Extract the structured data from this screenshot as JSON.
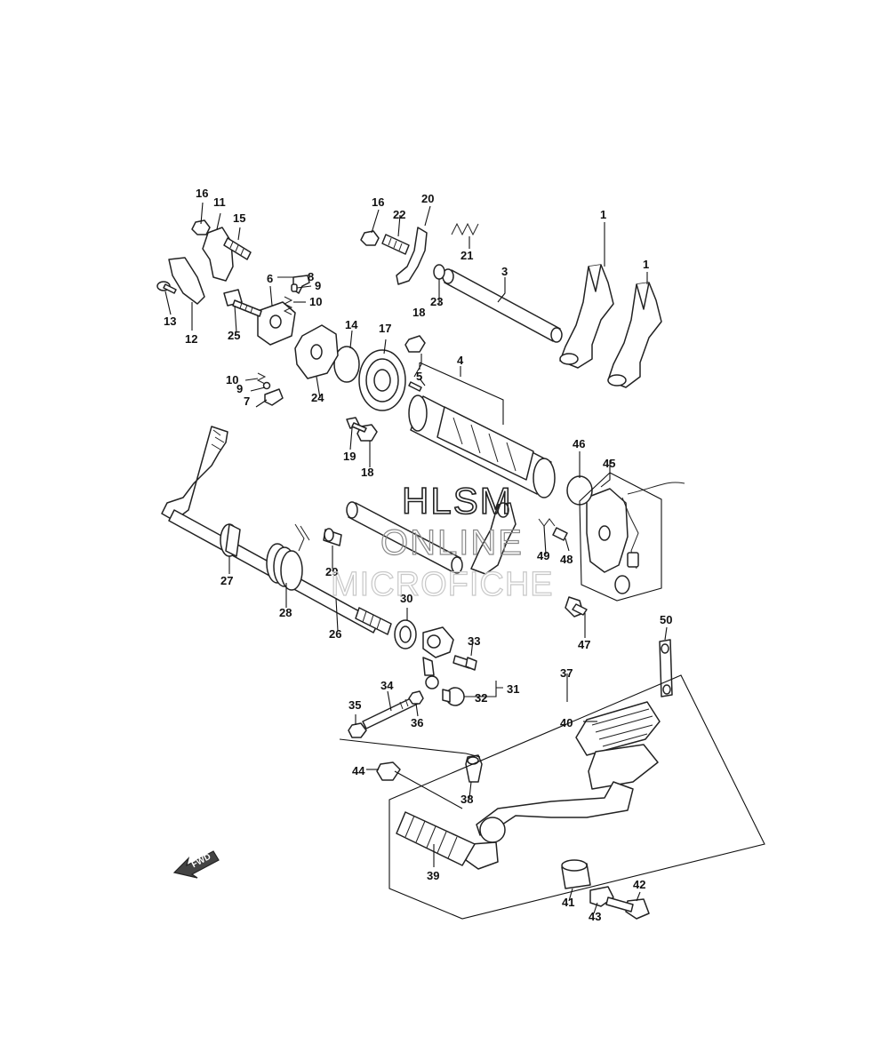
{
  "watermark": {
    "line1": "HLSM",
    "line2": "ONLINE",
    "line3": "MICROFICHE"
  },
  "direction_marker": "FWD",
  "callouts": [
    "1",
    "1",
    "3",
    "4",
    "5",
    "6",
    "7",
    "8",
    "9",
    "9",
    "10",
    "10",
    "11",
    "12",
    "13",
    "14",
    "15",
    "16",
    "16",
    "17",
    "18",
    "18",
    "19",
    "20",
    "21",
    "22",
    "23",
    "24",
    "25",
    "26",
    "27",
    "28",
    "29",
    "30",
    "31",
    "32",
    "33",
    "34",
    "35",
    "36",
    "37",
    "38",
    "39",
    "40",
    "41",
    "42",
    "43",
    "44",
    "45",
    "46",
    "47",
    "48",
    "49",
    "50"
  ]
}
